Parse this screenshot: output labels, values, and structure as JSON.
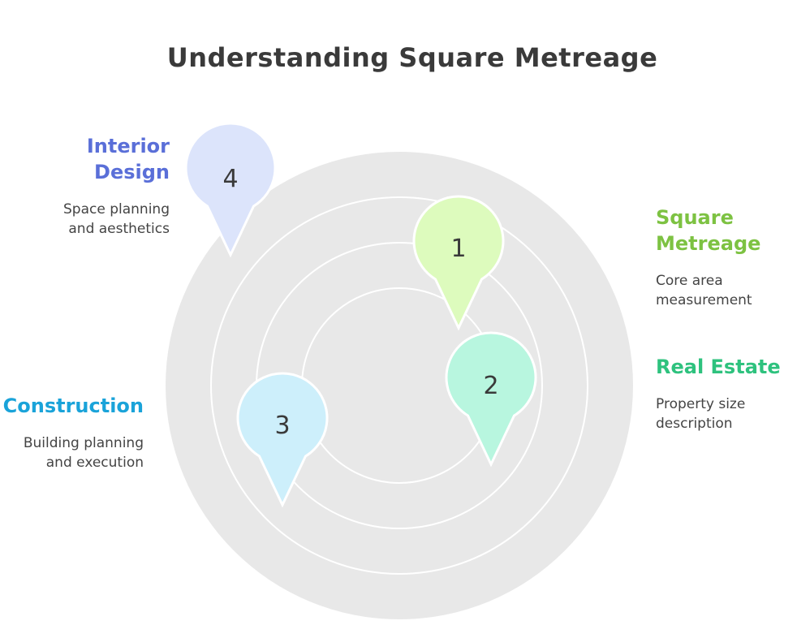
{
  "title": "Understanding Square Metreage",
  "items": [
    {
      "number": "1",
      "title": "Square Metreage",
      "description": "Core area measurement",
      "color": "#7dc242",
      "pin_fill": "#ddfbbd"
    },
    {
      "number": "2",
      "title": "Real Estate",
      "description": "Property size description",
      "color": "#2ec27e",
      "pin_fill": "#b8f6df"
    },
    {
      "number": "3",
      "title": "Construction",
      "description": "Building planning and execution",
      "color": "#1aa3d9",
      "pin_fill": "#cdeffb"
    },
    {
      "number": "4",
      "title": "Interior Design",
      "description": "Space planning and aesthetics",
      "color": "#5a6fd8",
      "pin_fill": "#dce4fb"
    }
  ],
  "colors": {
    "ring_fill": "#e8e8e8",
    "ring_stroke": "#ffffff",
    "text_dark": "#3a3a3a"
  }
}
